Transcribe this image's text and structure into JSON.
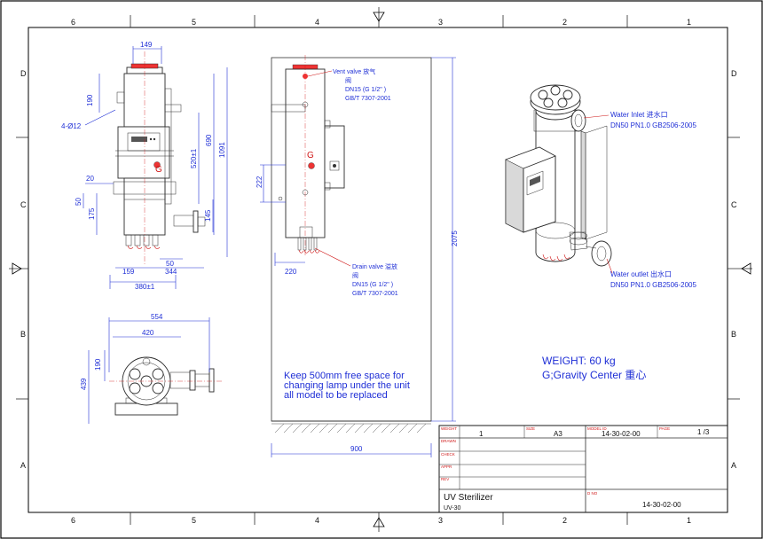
{
  "frame": {
    "columns_top": [
      "6",
      "5",
      "4",
      "3",
      "2",
      "1"
    ],
    "columns_bottom": [
      "6",
      "5",
      "4",
      "3",
      "2",
      "1"
    ],
    "rows_left": [
      "D",
      "C",
      "B",
      "A"
    ],
    "rows_right": [
      "D",
      "C",
      "B",
      "A"
    ]
  },
  "front_view": {
    "dims": [
      "149",
      "190",
      "4-Ø12",
      "690",
      "520±1",
      "1091",
      "20",
      "50",
      "175",
      "145",
      "50",
      "159",
      "344",
      "380±1"
    ],
    "gravity_marker": "G"
  },
  "top_view": {
    "dims": [
      "554",
      "420",
      "190",
      "439"
    ]
  },
  "side_view": {
    "vent_label": "Vent valve 放气",
    "vent_label_2": "阀",
    "vent_spec_1": "DN15 (G 1/2\" )",
    "vent_spec_2": "GB/T 7307-2001",
    "drain_label": "Drain valve 溢放",
    "drain_label_2": "阀",
    "drain_spec_1": "DN15 (G 1/2\" )",
    "drain_spec_2": "GB/T 7307-2001",
    "gravity_marker": "G",
    "dims": [
      "222",
      "220",
      "2075",
      "900"
    ],
    "note_line_1": "Keep 500mm free space for",
    "note_line_2": "changing lamp under the unit",
    "note_line_3": "all model to be replaced"
  },
  "iso_view": {
    "inlet_label": "Water Inlet 进水口",
    "inlet_spec": "DN50 PN1.0 GB2506-2005",
    "outlet_label": "Water outlet 出水口",
    "outlet_spec": "DN50 PN1.0 GB2506-2005"
  },
  "weight": {
    "line_1": "WEIGHT: 60 kg",
    "line_2": "G;Gravity Center 重心"
  },
  "title_block": {
    "labels": [
      "WEIGHT",
      "DRAWN",
      "CHECK",
      "APPR",
      "REV"
    ],
    "size_label": "SIZE",
    "qty": "1",
    "size": "A3",
    "model_label": "MODEL ID",
    "model": "14-30-02-00",
    "page_label": "PAGE",
    "page": "1 /3",
    "title": "UV Sterilizer",
    "subtitle": "UV-30",
    "dno_label": "D NO",
    "drawing_no": "14-30-02-00"
  },
  "colors": {
    "dimension": "#1f2fd6",
    "annotation_red": "#d01818",
    "line": "#2b2b2b"
  }
}
